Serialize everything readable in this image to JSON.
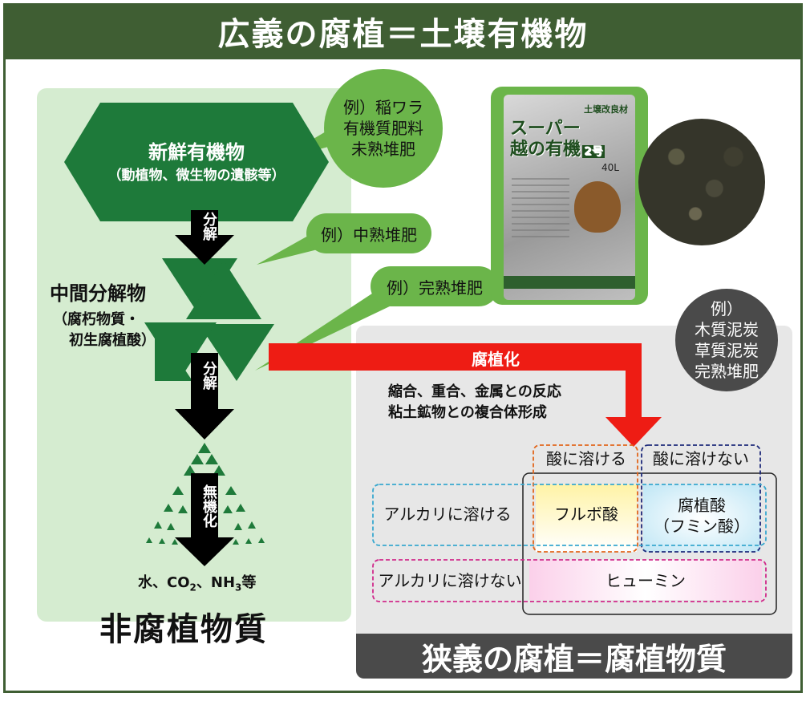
{
  "title": "広義の腐植＝土壌有機物",
  "fresh": {
    "name": "新鮮有機物",
    "detail": "（動植物、微生物の遺骸等）"
  },
  "arrow1": {
    "text": "分解"
  },
  "arrow2": {
    "text": "分解"
  },
  "arrow3": {
    "text": "無機化"
  },
  "intermediate": {
    "name": "中間分解物",
    "detail1": "（腐朽物質・",
    "detail2": "初生腐植酸）"
  },
  "inorganic": {
    "prefix": "水、CO",
    "sub1": "2",
    "mid": "、NH",
    "sub2": "3",
    "suffix": "等"
  },
  "non_humic": "非腐植物質",
  "example1": {
    "line1": "例）稲ワラ",
    "line2": "有機質肥料",
    "line3": "未熟堆肥"
  },
  "example2": "例）中熟堆肥",
  "example3": "例）完熟堆肥",
  "example4": {
    "line1": "例）",
    "line2": "木質泥炭",
    "line3": "草質泥炭",
    "line4": "完熟堆肥"
  },
  "product": {
    "line1": "スーパー",
    "line2": "越の有機",
    "badge": "2号",
    "sub": "土壌改良材",
    "volume": "40L"
  },
  "humification": {
    "label": "腐植化",
    "desc1": "縮合、重合、金属との反応",
    "desc2": "粘土鉱物との複合体形成"
  },
  "table": {
    "col_acid_soluble": "酸に溶ける",
    "col_acid_insoluble": "酸に溶けない",
    "row_alkali_soluble": "アルカリに溶ける",
    "row_alkali_insoluble": "アルカリに溶けない",
    "fulvic": "フルボ酸",
    "humic1": "腐植酸",
    "humic2": "（フミン酸）",
    "humin": "ヒューミン"
  },
  "narrow_title": "狭義の腐植＝腐植物質",
  "colors": {
    "dark_green": "#3f5e33",
    "green": "#1e7a3a",
    "light_green": "#d5ecd0",
    "bubble": "#6bb54a",
    "red": "#ee1c14",
    "gray": "#4a4a4a"
  }
}
